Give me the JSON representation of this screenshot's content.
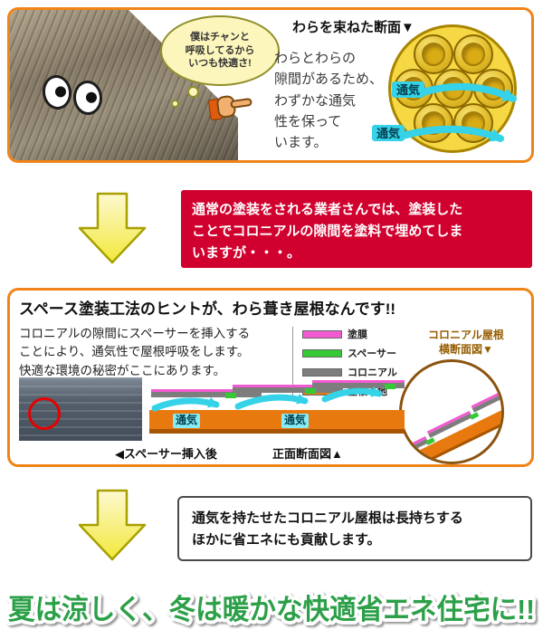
{
  "section1": {
    "bubble_text": "僕はチャンと\n呼吸してるから\nいつも快適さ!",
    "heading": "わらを束ねた断面▼",
    "body_text": "わらとわらの\n隙間があるため、\nわずかな通気\n性を保って\nいます。",
    "airflow_top": "通気",
    "airflow_bottom": "通気"
  },
  "section2": {
    "text": "通常の塗装をされる業者さんでは、塗装した\nことでコロニアルの隙間を塗料で埋めてしま\nいますが・・・。"
  },
  "section3": {
    "title": "スペース塗装工法のヒントが、わら葺き屋根なんです!!",
    "body_text": "コロニアルの隙間にスペーサーを挿入する\nことにより、通気性で屋根呼吸をします。\n快適な環境の秘密がここにあります。",
    "legend": [
      {
        "label": "塗膜",
        "color": "#f25ad2"
      },
      {
        "label": "スペーサー",
        "color": "#35c935"
      },
      {
        "label": "コロニアル",
        "color": "#7d7d7d"
      },
      {
        "label": "屋根下地",
        "color": "#e8790f"
      }
    ],
    "circle_caption": "コロニアル屋根\n横断面図▼",
    "airflow_left": "通気",
    "airflow_right": "通気",
    "caption_left": "◀スペーサー挿入後",
    "caption_right": "正面断面図▲"
  },
  "section4": {
    "text": "通気を持たせたコロニアル屋根は長持ちする\nほかに省エネにも貢献します。"
  },
  "footer": {
    "headline": "夏は涼しく、冬は暖かな快適省エネ住宅に!!"
  },
  "colors": {
    "frame_orange": "#f08418",
    "alert_red": "#d0012e",
    "arrow_yellow": "#f6ee4e",
    "airflow_cyan": "#35d2e8",
    "headline_green": "#2ca048",
    "circle_caption_brown": "#965e00"
  }
}
